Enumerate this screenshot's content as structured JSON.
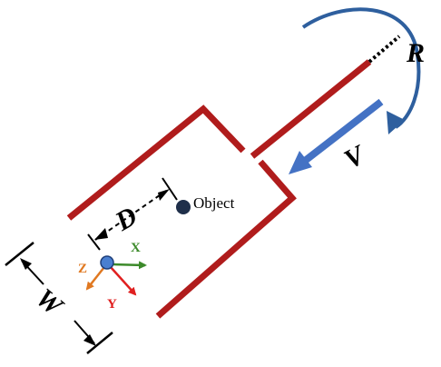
{
  "labels": {
    "R": "R",
    "V": "V",
    "D": "D",
    "W": "W",
    "object": "Object",
    "axis_x": "X",
    "axis_y": "Y",
    "axis_z": "Z"
  },
  "colors": {
    "gripper": "#b01c1c",
    "rotation_arrow": "#2e5f9e",
    "velocity_arrow": "#4472c4",
    "object_dot": "#1f2f4a",
    "origin_dot": "#4a7fd0",
    "axis_x": "#3c8a2a",
    "axis_y": "#e02020",
    "axis_z": "#e07820",
    "dimension_lines": "#000000"
  }
}
